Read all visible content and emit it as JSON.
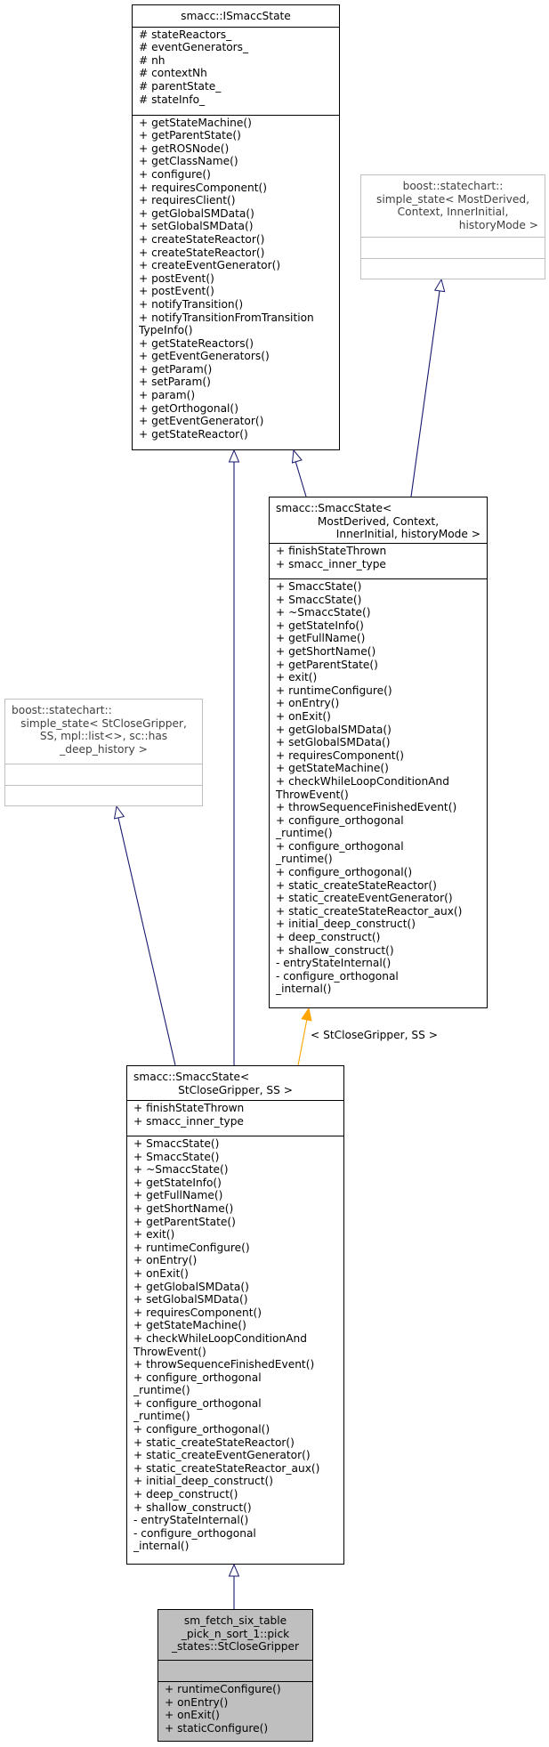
{
  "nodes": {
    "istate": {
      "title": [
        "smacc::ISmaccState"
      ],
      "attributes": [
        "# stateReactors_",
        "# eventGenerators_",
        "# nh",
        "# contextNh",
        "# parentState_",
        "# stateInfo_"
      ],
      "methods": [
        "+ getStateMachine()",
        "+ getParentState()",
        "+ getROSNode()",
        "+ getClassName()",
        "+ configure()",
        "+ requiresComponent()",
        "+ requiresClient()",
        "+ getGlobalSMData()",
        "+ setGlobalSMData()",
        "+ createStateReactor()",
        "+ createStateReactor()",
        "+ createEventGenerator()",
        "+ postEvent()",
        "+ postEvent()",
        "+ notifyTransition()",
        "+ notifyTransitionFromTransition",
        "TypeInfo()",
        "+ getStateReactors()",
        "+ getEventGenerators()",
        "+ getParam()",
        "+ setParam()",
        "+ param()",
        "+ getOrthogonal()",
        "+ getEventGenerator()",
        "+ getStateReactor()"
      ]
    },
    "boost_generic": {
      "title": [
        "boost::statechart::",
        "simple_state< MostDerived,",
        "Context, InnerInitial,",
        "historyMode >"
      ],
      "attributes": [],
      "methods": []
    },
    "smacc_template": {
      "title": [
        "smacc::SmaccState<",
        "MostDerived, Context,",
        "InnerInitial, historyMode >"
      ],
      "attributes": [
        "+ finishStateThrown",
        "+ smacc_inner_type"
      ],
      "methods": [
        "+ SmaccState()",
        "+ SmaccState()",
        "+ ~SmaccState()",
        "+ getStateInfo()",
        "+ getFullName()",
        "+ getShortName()",
        "+ getParentState()",
        "+ exit()",
        "+ runtimeConfigure()",
        "+ onEntry()",
        "+ onExit()",
        "+ getGlobalSMData()",
        "+ setGlobalSMData()",
        "+ requiresComponent()",
        "+ getStateMachine()",
        "+ checkWhileLoopConditionAnd",
        "ThrowEvent()",
        "+ throwSequenceFinishedEvent()",
        "+ configure_orthogonal",
        "_runtime()",
        "+ configure_orthogonal",
        "_runtime()",
        "+ configure_orthogonal()",
        "+ static_createStateReactor()",
        "+ static_createEventGenerator()",
        "+ static_createStateReactor_aux()",
        "+ initial_deep_construct()",
        "+ deep_construct()",
        "+ shallow_construct()",
        "- entryStateInternal()",
        "- configure_orthogonal",
        "_internal()"
      ]
    },
    "boost_gripper": {
      "title": [
        "boost::statechart::",
        "simple_state< StCloseGripper,",
        "SS, mpl::list<>, sc::has",
        "_deep_history >"
      ],
      "attributes": [],
      "methods": []
    },
    "smacc_gripper": {
      "title": [
        "smacc::SmaccState<",
        "StCloseGripper, SS >"
      ],
      "attributes": [
        "+ finishStateThrown",
        "+ smacc_inner_type"
      ],
      "methods": [
        "+ SmaccState()",
        "+ SmaccState()",
        "+ ~SmaccState()",
        "+ getStateInfo()",
        "+ getFullName()",
        "+ getShortName()",
        "+ getParentState()",
        "+ exit()",
        "+ runtimeConfigure()",
        "+ onEntry()",
        "+ onExit()",
        "+ getGlobalSMData()",
        "+ setGlobalSMData()",
        "+ requiresComponent()",
        "+ getStateMachine()",
        "+ checkWhileLoopConditionAnd",
        "ThrowEvent()",
        "+ throwSequenceFinishedEvent()",
        "+ configure_orthogonal",
        "_runtime()",
        "+ configure_orthogonal",
        "_runtime()",
        "+ configure_orthogonal()",
        "+ static_createStateReactor()",
        "+ static_createEventGenerator()",
        "+ static_createStateReactor_aux()",
        "+ initial_deep_construct()",
        "+ deep_construct()",
        "+ shallow_construct()",
        "- entryStateInternal()",
        "- configure_orthogonal",
        "_internal()"
      ]
    },
    "focus": {
      "title": [
        "sm_fetch_six_table",
        "_pick_n_sort_1::pick",
        "_states::StCloseGripper"
      ],
      "attributes": [],
      "methods": [
        "+ runtimeConfigure()",
        "+ onEntry()",
        "+ onExit()",
        "+ staticConfigure()"
      ]
    }
  },
  "edges": [
    {
      "from": "smacc_template",
      "to": "istate",
      "kind": "inheritance",
      "color": "#191970"
    },
    {
      "from": "smacc_template",
      "to": "boost_generic",
      "kind": "inheritance",
      "color": "#191970"
    },
    {
      "from": "smacc_gripper",
      "to": "boost_gripper",
      "kind": "inheritance",
      "color": "#191970"
    },
    {
      "from": "smacc_gripper",
      "to": "istate",
      "kind": "inheritance",
      "color": "#191970"
    },
    {
      "from": "smacc_gripper",
      "to": "smacc_template",
      "kind": "template-instance",
      "color": "#ffa500",
      "label": "< StCloseGripper, SS >"
    },
    {
      "from": "focus",
      "to": "smacc_gripper",
      "kind": "inheritance",
      "color": "#191970"
    }
  ]
}
